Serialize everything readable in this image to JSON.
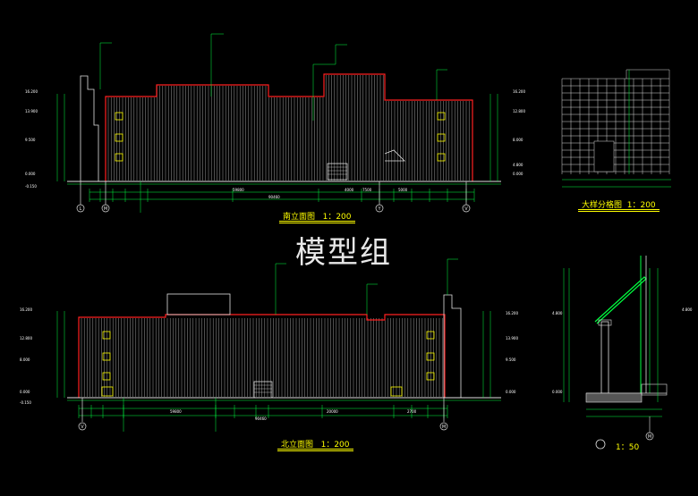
{
  "watermark": "模型组",
  "titles": {
    "south": "南立面图",
    "south_scale": "1：200",
    "north": "北立面图",
    "north_scale": "1：200",
    "detail": "大样分格图",
    "detail_scale": "1：200",
    "section_scale": "1：50"
  },
  "south_axes": [
    "L",
    "M",
    "Y",
    "V"
  ],
  "north_axes": [
    "V",
    "M"
  ],
  "section_axis": "M",
  "south_dims": [
    "90460",
    "59800",
    "4000",
    "7500",
    "5000"
  ],
  "north_dims": [
    "90460",
    "59800",
    "20000",
    "2700"
  ],
  "levels": [
    "16.200",
    "13.900",
    "12.800",
    "9.500",
    "8.000",
    "4.800",
    "0.000",
    "-0.150"
  ],
  "colors": {
    "outline": "#ff2020",
    "dim": "#00ff40",
    "line": "#e0e0e0",
    "accent": "#ffff00",
    "text": "#ffffff"
  }
}
